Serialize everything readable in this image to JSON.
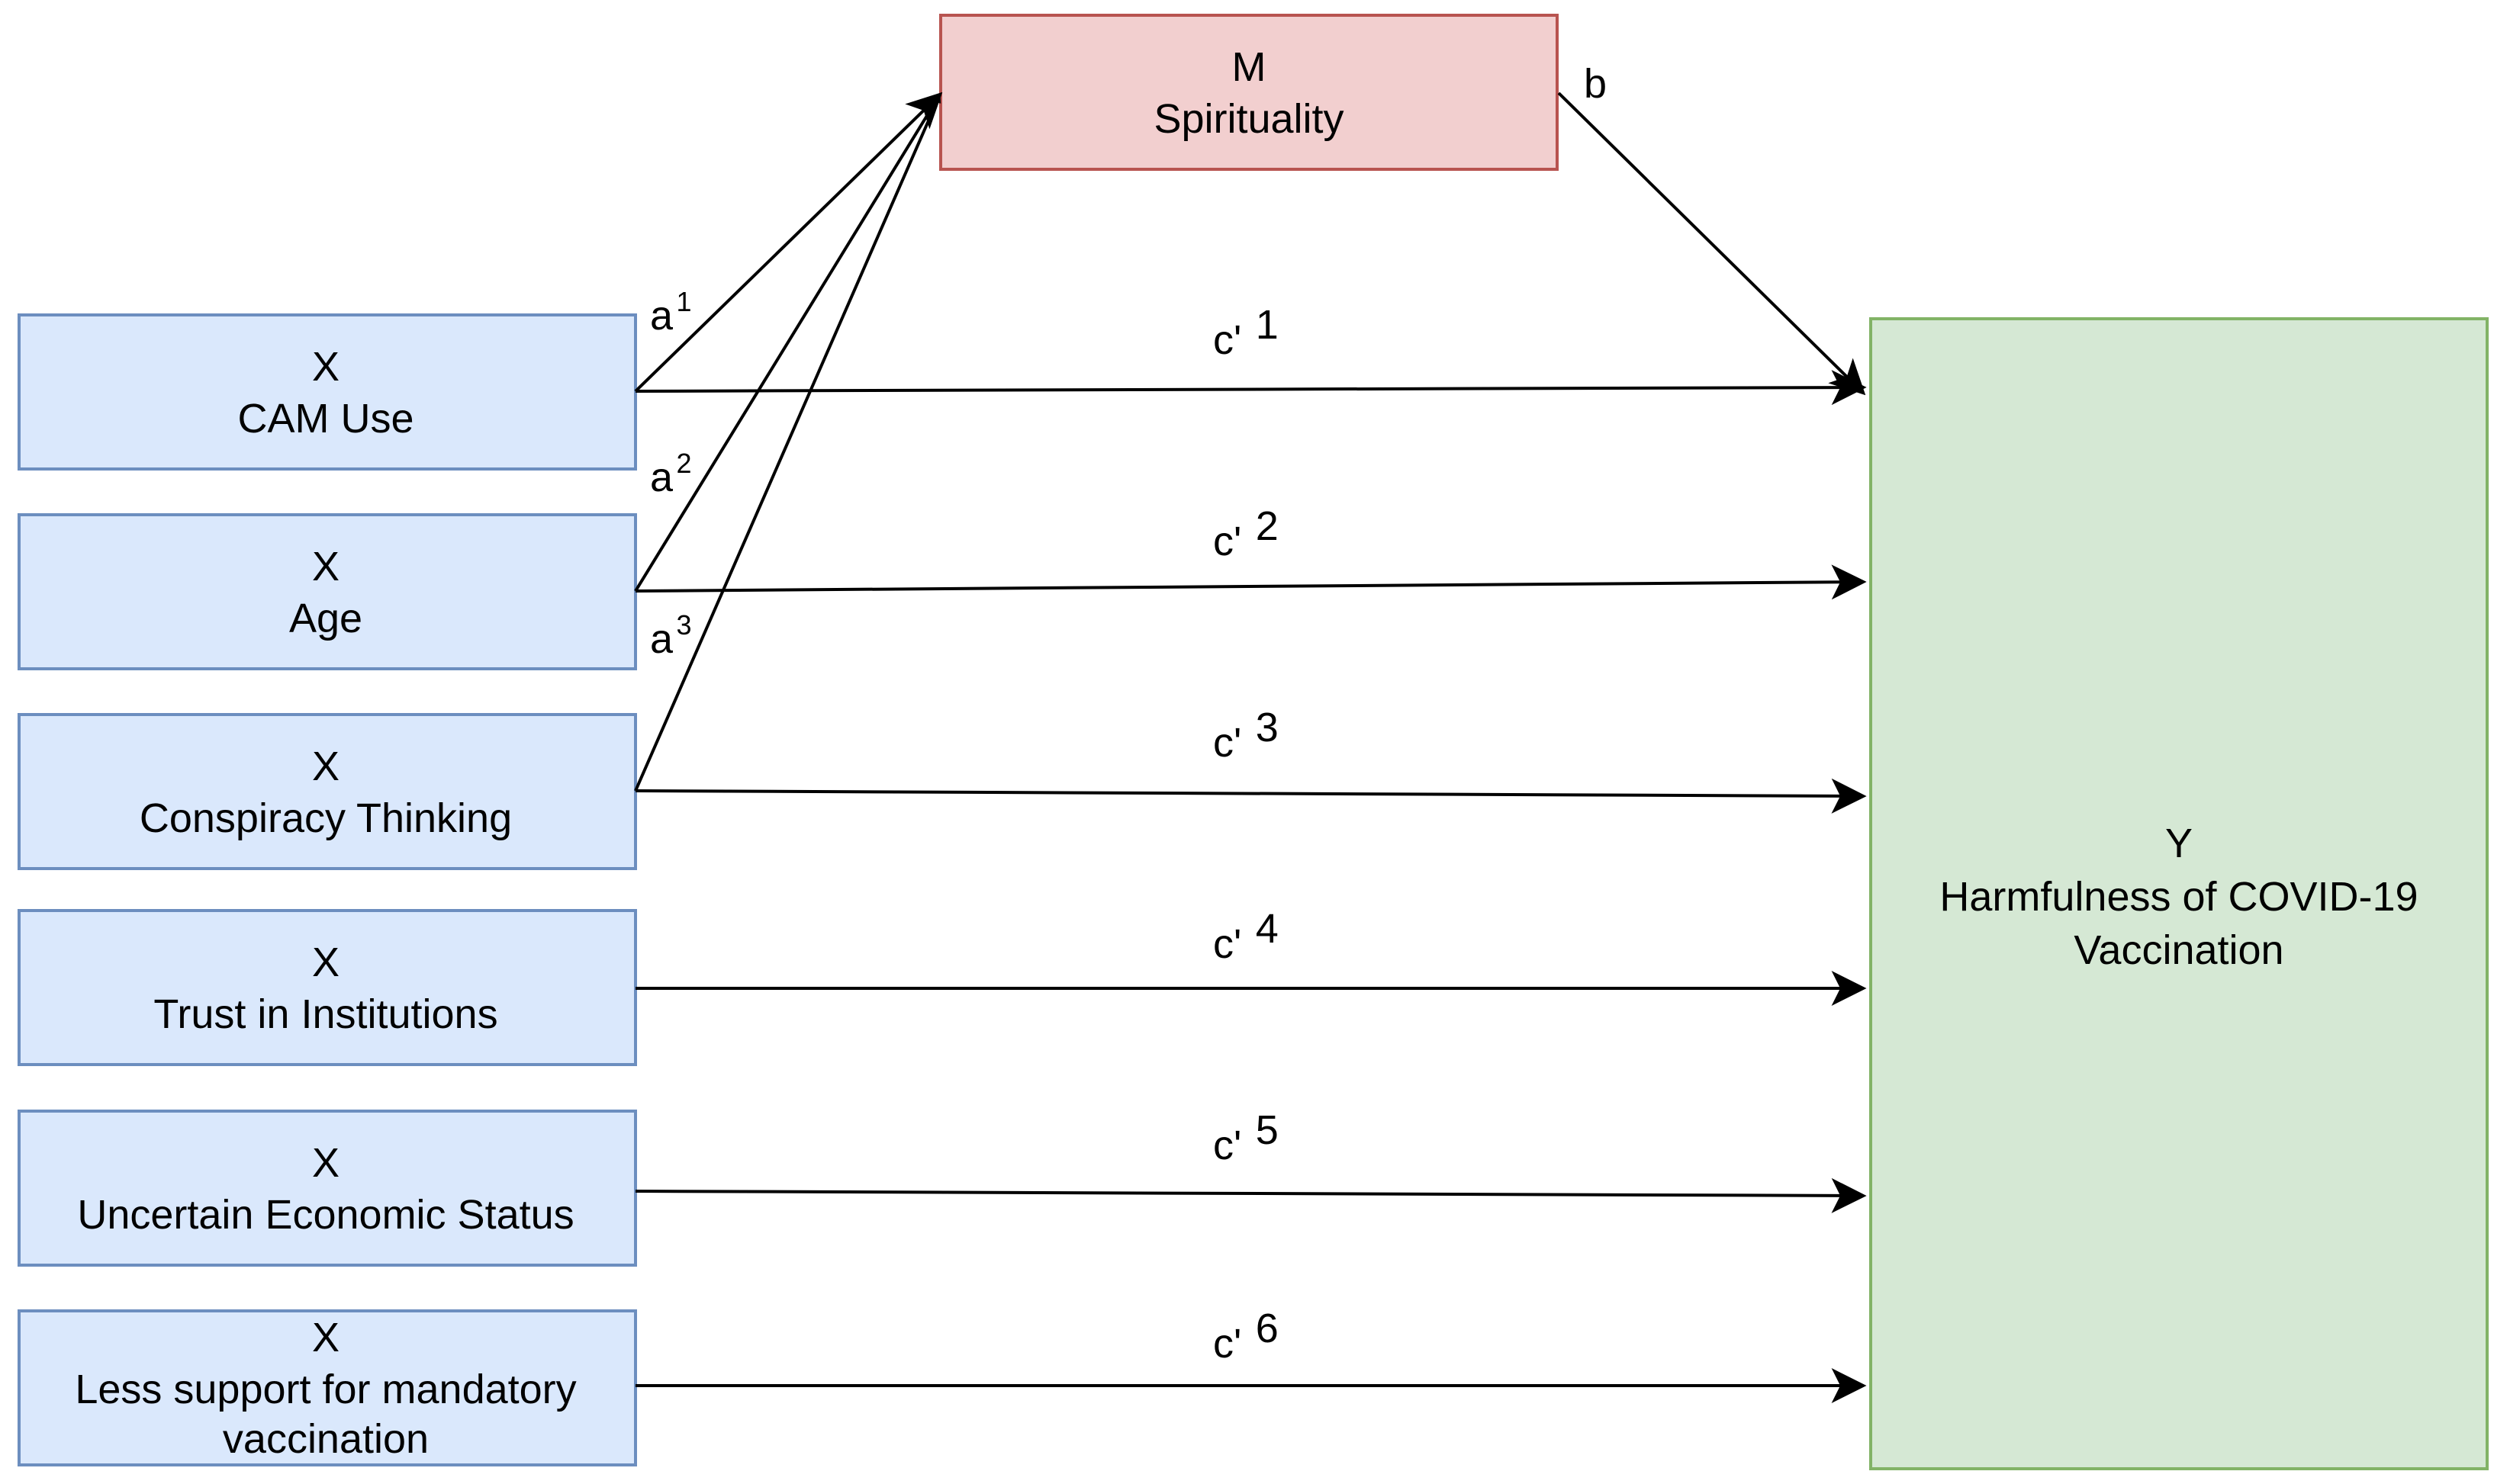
{
  "mediator": {
    "letter": "M",
    "label": "Spirituality",
    "color": "#f2cfcf",
    "border": "#b85450"
  },
  "outcome": {
    "letter": "Y",
    "label_lines": [
      "Harmfulness of COVID-19",
      "Vaccination"
    ],
    "color": "#d5e8d4",
    "border": "#82b366"
  },
  "predictors": [
    {
      "letter": "X",
      "label_lines": [
        "CAM Use"
      ]
    },
    {
      "letter": "X",
      "label_lines": [
        "Age"
      ]
    },
    {
      "letter": "X",
      "label_lines": [
        "Conspiracy Thinking"
      ]
    },
    {
      "letter": "X",
      "label_lines": [
        "Trust in Institutions"
      ]
    },
    {
      "letter": "X",
      "label_lines": [
        "Uncertain Economic Status"
      ]
    },
    {
      "letter": "X",
      "label_lines": [
        "Less support for mandatory",
        "vaccination"
      ]
    }
  ],
  "predictor_style": {
    "color": "#dae8fc",
    "border": "#6c8ebf"
  },
  "paths": {
    "a": [
      {
        "base": "a",
        "sup": "1"
      },
      {
        "base": "a",
        "sup": "2"
      },
      {
        "base": "a",
        "sup": "3"
      }
    ],
    "b": {
      "base": "b"
    },
    "c": [
      {
        "base": "c'",
        "sup": "1"
      },
      {
        "base": "c'",
        "sup": "2"
      },
      {
        "base": "c'",
        "sup": "3"
      },
      {
        "base": "c'",
        "sup": "4"
      },
      {
        "base": "c'",
        "sup": "5"
      },
      {
        "base": "c'",
        "sup": "6"
      }
    ]
  }
}
